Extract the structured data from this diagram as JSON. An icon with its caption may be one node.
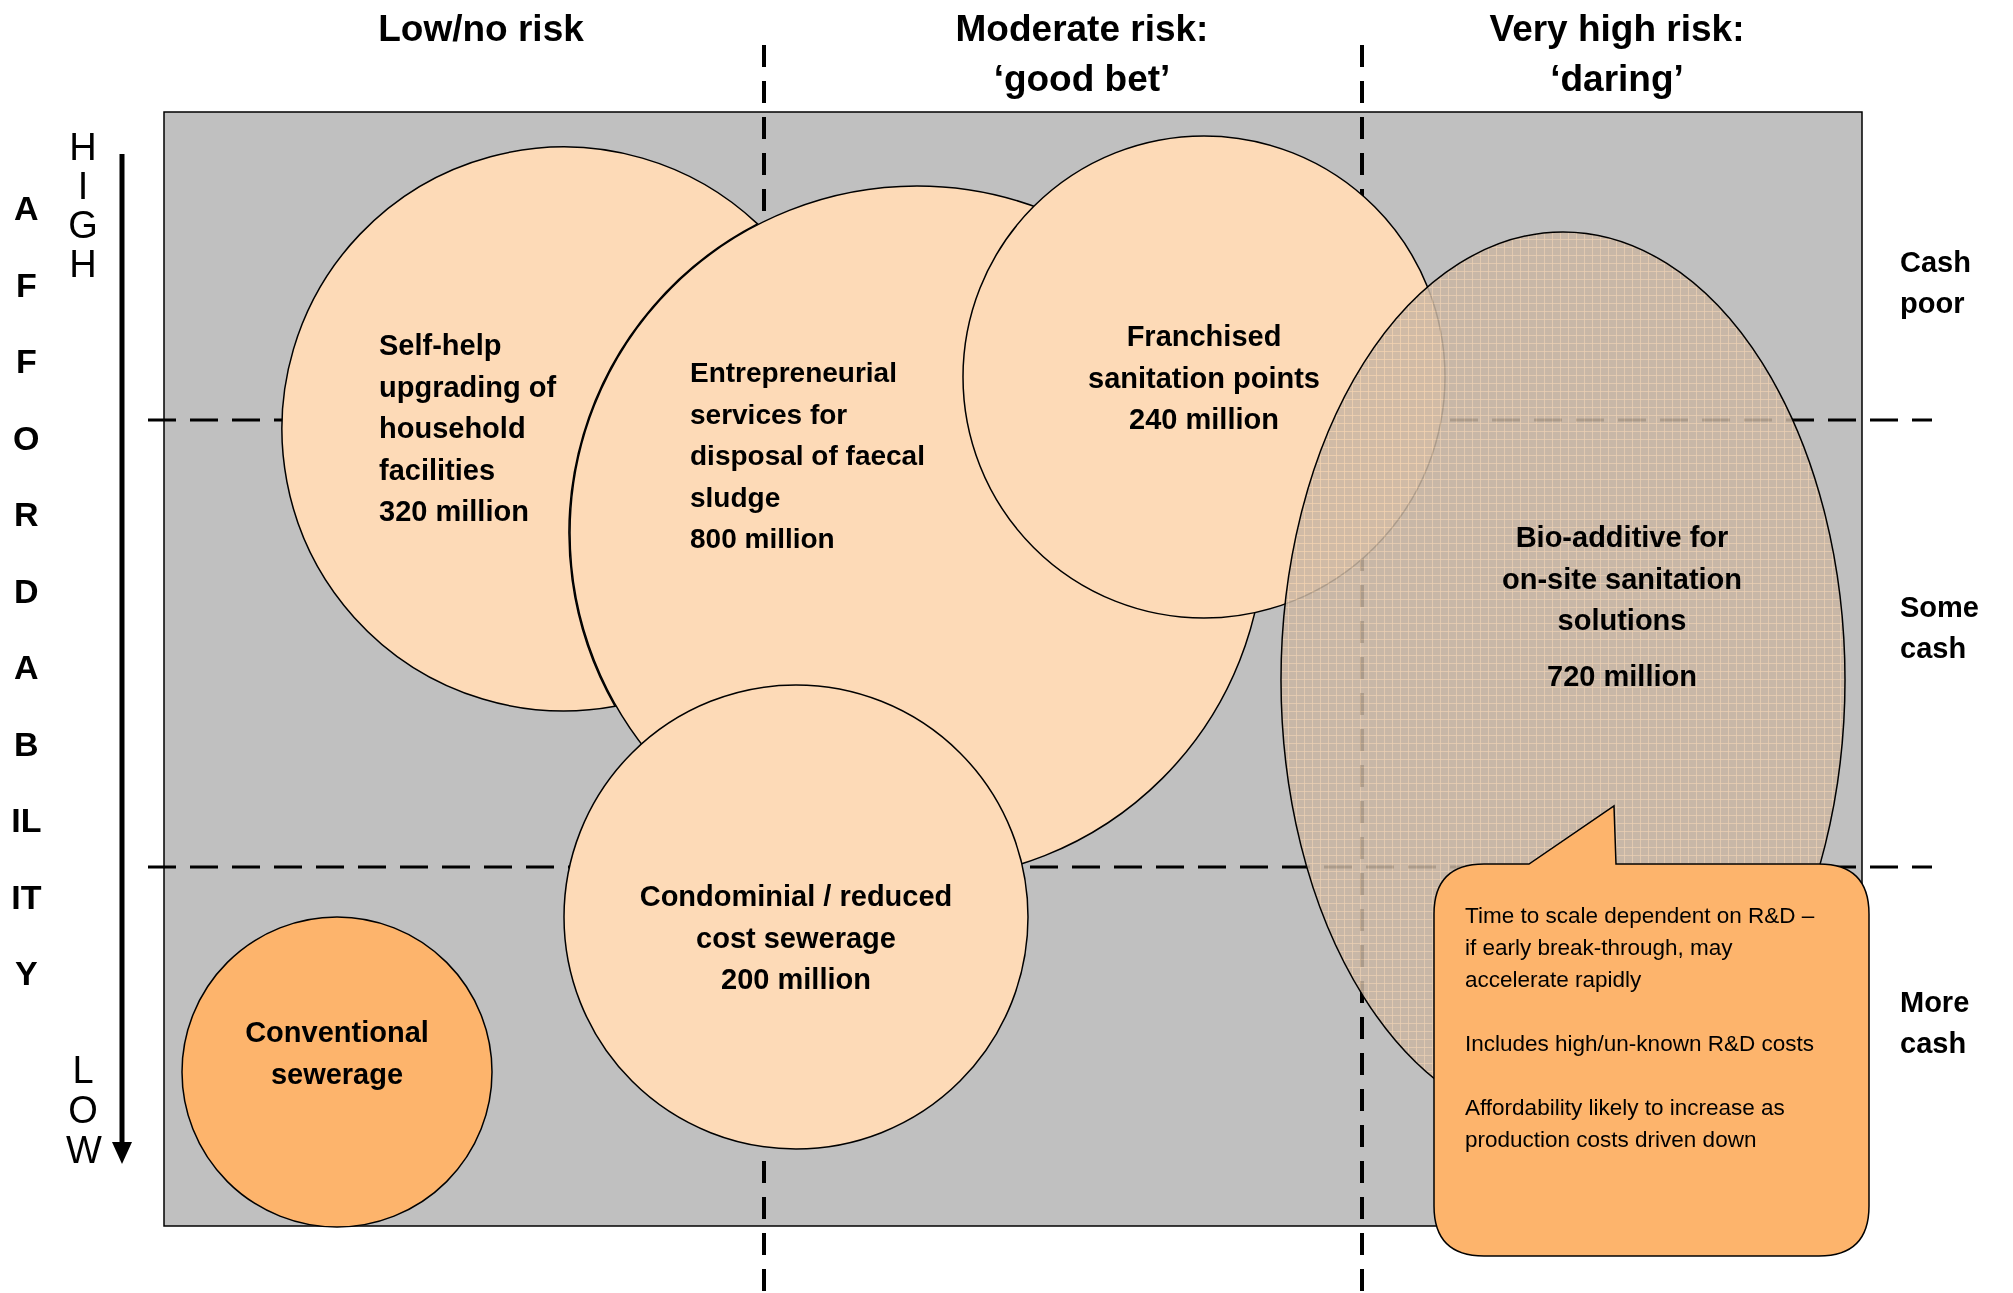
{
  "diagram": {
    "nodes": [
      {
        "text": [
          "Self-help upgrading of household facilities",
          "320 million"
        ]
      },
      {
        "text": [
          "Entrepreneurial services for disposal of faecal sludge",
          "800 million"
        ]
      },
      {
        "text": [
          "Franchised sanitation points",
          "240 million"
        ]
      },
      {
        "text": [
          "Bio-additive for on-site sanitation solutions",
          "720 million"
        ]
      },
      {
        "text": [
          "Condominial / reduced cost sewerage",
          "200 million"
        ]
      },
      {
        "text": [
          "Conventional sewerage"
        ]
      },
      {
        "text": [
          "Time to scale dependent on R&D – if  early break-through, may accelerate rapidly",
          "Includes high/un-known R&D costs",
          "Affordability likely to increase as production costs driven down"
        ]
      }
    ],
    "labels": [
      "Low/no risk",
      "Moderate risk: ‘good bet’",
      "Very high risk: ‘daring’",
      "Cash poor",
      "Some cash",
      "More cash",
      "AFFORDABILITY",
      "HIGH",
      "LOW"
    ]
  }
}
